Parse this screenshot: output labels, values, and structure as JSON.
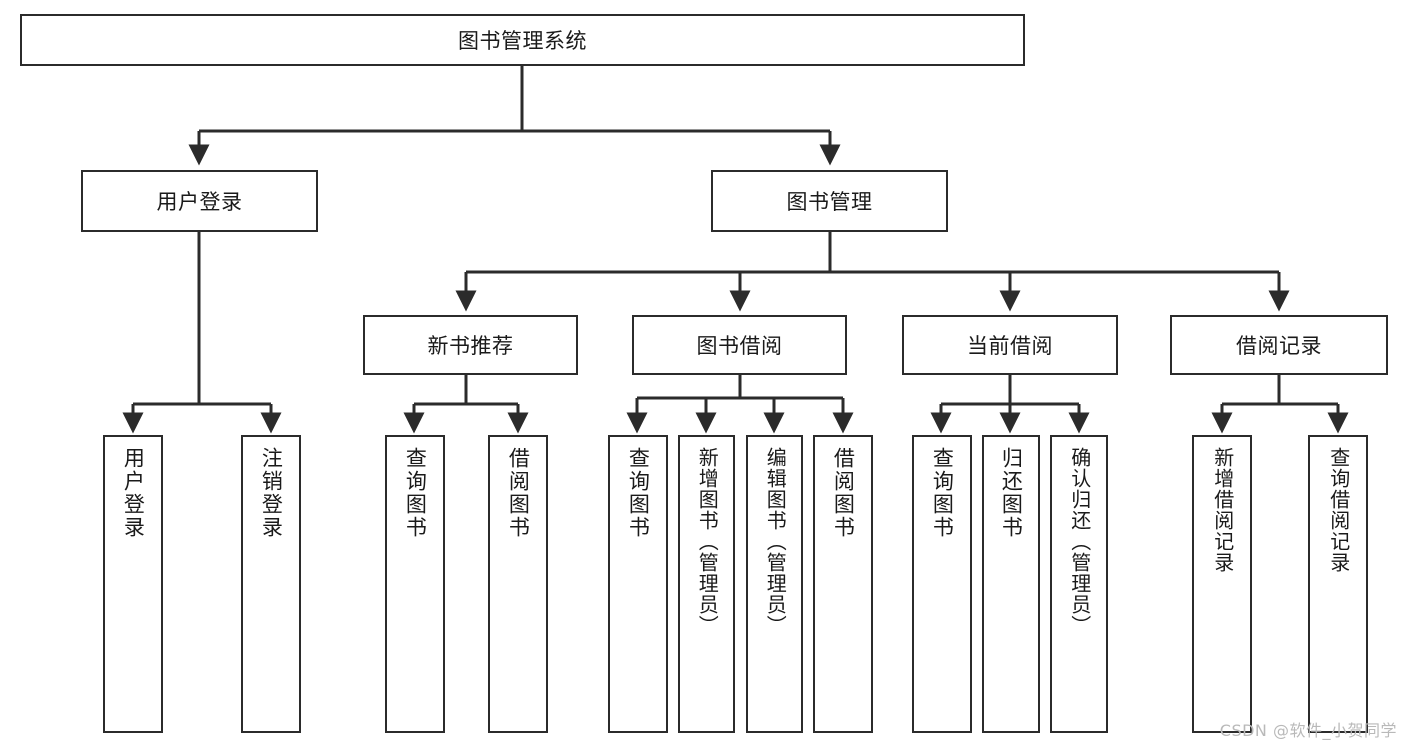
{
  "diagram": {
    "title": "图书管理系统",
    "watermark": "CSDN @软件_小贺同学",
    "stroke_color": "#2b2b2b",
    "text_color": "#1a1a1a",
    "background": "#ffffff",
    "root": {
      "label": "图书管理系统"
    },
    "level1": [
      {
        "label": "用户登录"
      },
      {
        "label": "图书管理"
      }
    ],
    "level2": [
      {
        "label": "新书推荐"
      },
      {
        "label": "图书借阅"
      },
      {
        "label": "当前借阅"
      },
      {
        "label": "借阅记录"
      }
    ],
    "leaves": [
      {
        "label": "用户登录",
        "parent": "用户登录"
      },
      {
        "label": "注销登录",
        "parent": "用户登录"
      },
      {
        "label": "查询图书",
        "parent": "新书推荐"
      },
      {
        "label": "借阅图书",
        "parent": "新书推荐"
      },
      {
        "label": "查询图书",
        "parent": "图书借阅"
      },
      {
        "label": "新增图书（管理员）",
        "parent": "图书借阅"
      },
      {
        "label": "编辑图书（管理员）",
        "parent": "图书借阅"
      },
      {
        "label": "借阅图书",
        "parent": "图书借阅"
      },
      {
        "label": "查询图书",
        "parent": "当前借阅"
      },
      {
        "label": "归还图书",
        "parent": "当前借阅"
      },
      {
        "label": "确认归还（管理员）",
        "parent": "当前借阅"
      },
      {
        "label": "新增借阅记录",
        "parent": "借阅记录"
      },
      {
        "label": "查询借阅记录",
        "parent": "借阅记录"
      }
    ]
  }
}
